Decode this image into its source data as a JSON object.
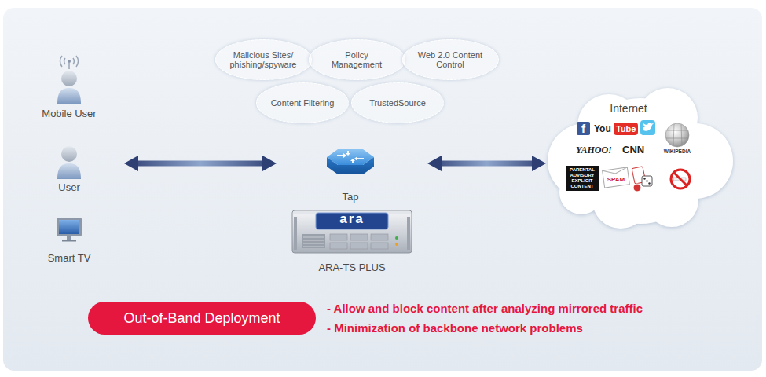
{
  "diagram": {
    "nodes": [
      {
        "text": [
          "Mobile User"
        ]
      },
      {
        "text": [
          "User"
        ]
      },
      {
        "text": [
          "Smart TV"
        ]
      },
      {
        "text": [
          "Malicious Sites/ phishing/spyware"
        ]
      },
      {
        "text": [
          "Policy Management"
        ]
      },
      {
        "text": [
          "Web 2.0 Content Control"
        ]
      },
      {
        "text": [
          "Content Filtering"
        ]
      },
      {
        "text": [
          "TrustedSource"
        ]
      },
      {
        "text": [
          "Tap"
        ]
      },
      {
        "text": [
          "ara",
          "ARA-TS PLUS"
        ]
      },
      {
        "text": [
          "Internet"
        ]
      },
      {
        "text": [
          "Out-of-Band Deployment"
        ]
      }
    ],
    "edges": [
      {
        "from": 1,
        "to": 8,
        "arrow": "both"
      },
      {
        "from": 8,
        "to": 10,
        "arrow": "both"
      }
    ],
    "labels": [
      "- Allow and block content after analyzing mirrored traffic",
      "- Minimization of backbone network problems",
      "f",
      "You",
      "Tube",
      "YAHOO!",
      "CNN",
      "WIKIPEDIA",
      "PARENTAL ADVISORY EXPLICIT CONTENT",
      "SPAM"
    ]
  }
}
